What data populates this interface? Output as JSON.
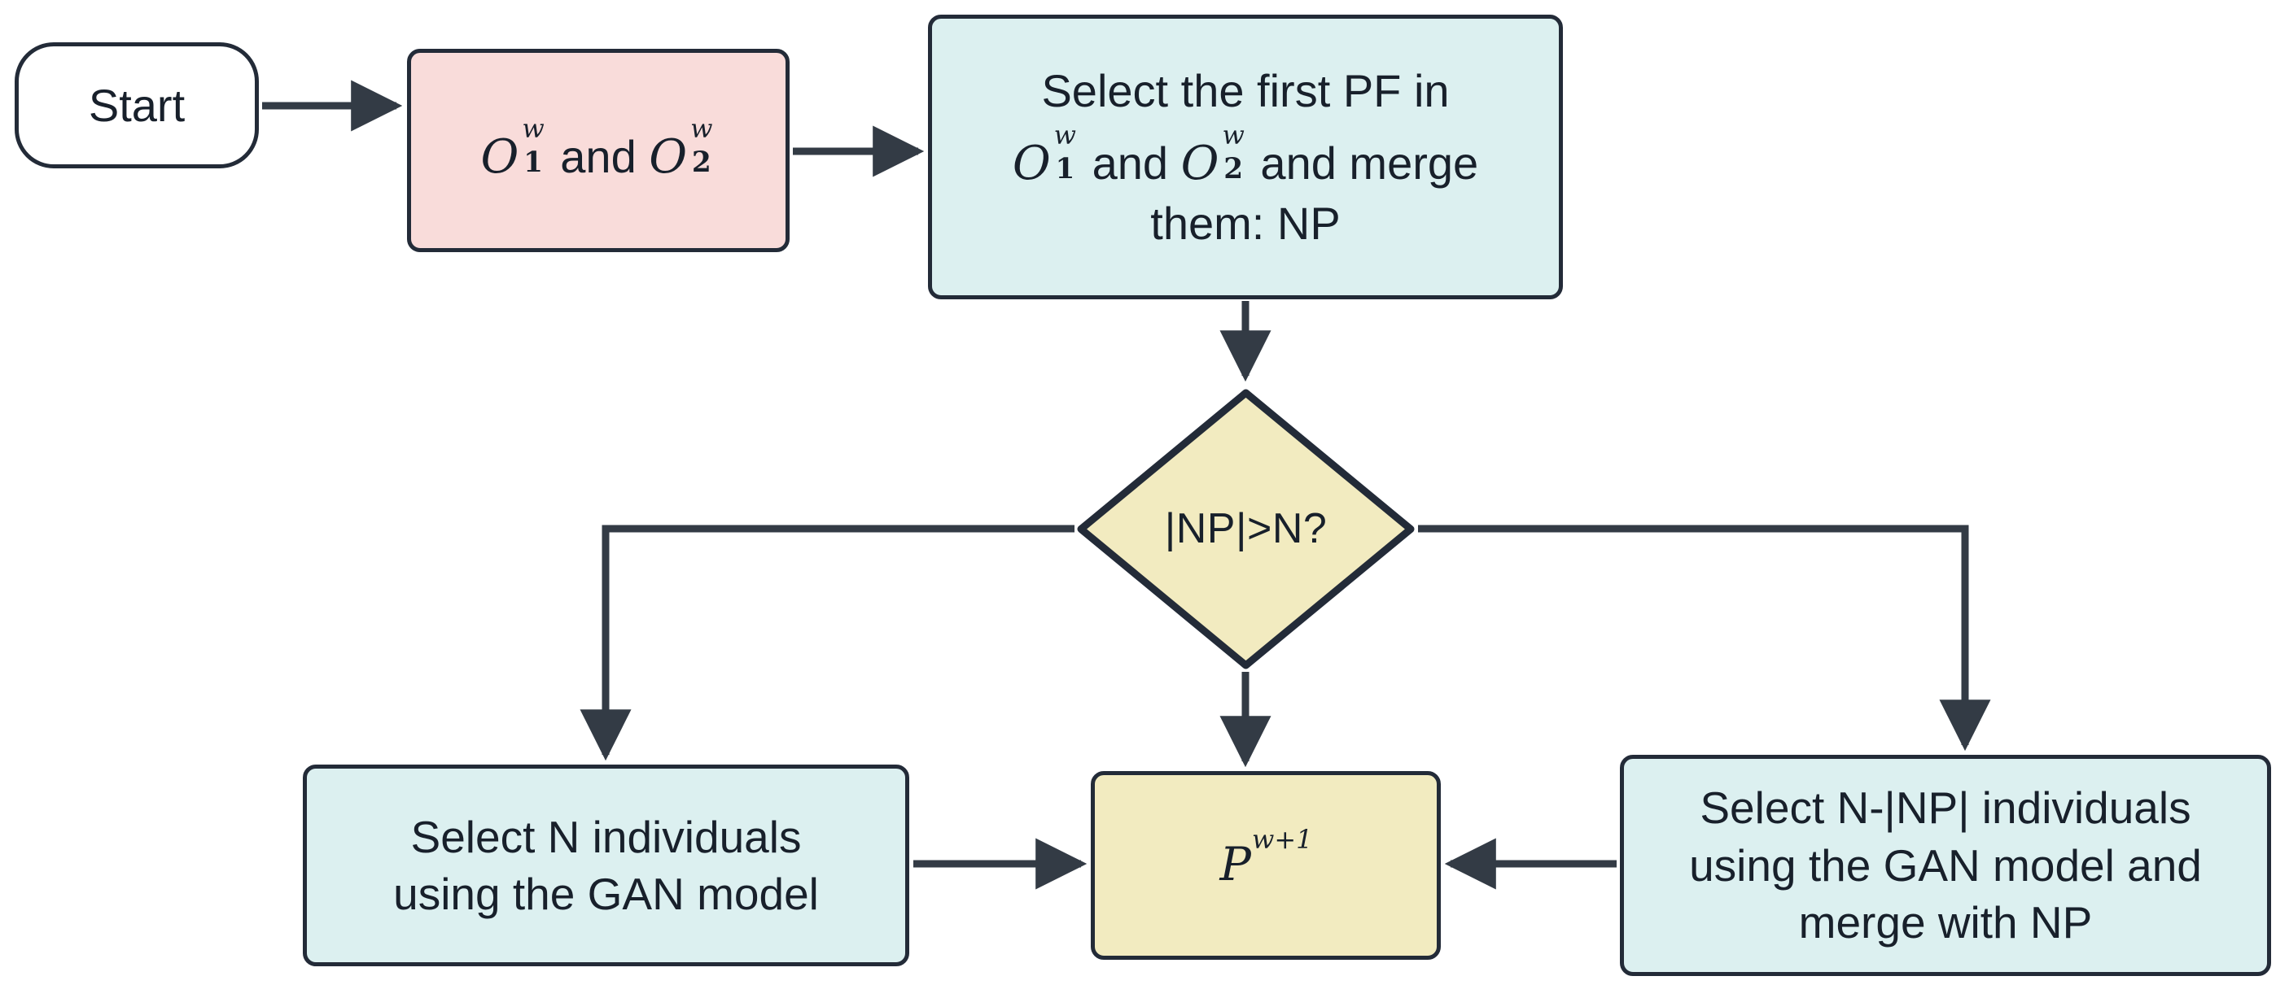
{
  "diagram": {
    "title": "GAN-assisted environmental selection flowchart",
    "background": "#ffffff",
    "stroke_color": "#232b38",
    "palette": {
      "pink": "#F9DCDA",
      "cyan": "#DCF0F0",
      "yellow": "#F2EBC0",
      "white": "#ffffff",
      "outline": "#232b38",
      "text": "#18202b"
    }
  },
  "nodes": {
    "start": {
      "label": "Start",
      "shape": "terminator",
      "fill": "#ffffff"
    },
    "objectives": {
      "shape": "process",
      "fill": "#F9DCDA",
      "math": {
        "o1_base": "O",
        "o1_sup": "w",
        "o1_sub": "1",
        "conjunction": "and",
        "o2_base": "O",
        "o2_sup": "w",
        "o2_sub": "2"
      },
      "plain_text": "O1^w and O2^w"
    },
    "merge": {
      "shape": "process",
      "fill": "#DCF0F0",
      "line1": "Select the first PF in",
      "math": {
        "o1_base": "O",
        "o1_sup": "w",
        "o1_sub": "1",
        "conjunction": "and",
        "o2_base": "O",
        "o2_sup": "w",
        "o2_sub": "2",
        "tail": "and merge"
      },
      "line3": "them: NP",
      "plain_text": "Select the first PF in O1^w and O2^w and merge them: NP"
    },
    "decision": {
      "label": "|NP|>N?",
      "shape": "diamond",
      "fill": "#F2EBC0"
    },
    "select_n": {
      "shape": "process",
      "fill": "#DCF0F0",
      "line1": "Select N individuals",
      "line2": "using the GAN model",
      "plain_text": "Select N individuals using the GAN model"
    },
    "population": {
      "shape": "process",
      "fill": "#F2EBC0",
      "math": {
        "base": "P",
        "sup": "w+1"
      },
      "plain_text": "P^(w+1)"
    },
    "select_diff": {
      "shape": "process",
      "fill": "#DCF0F0",
      "line1": "Select N-|NP| individuals",
      "line2": "using the GAN model and",
      "line3": "merge with NP",
      "plain_text": "Select N-|NP| individuals using the GAN model and merge with NP"
    }
  },
  "edges": [
    {
      "id": "start-to-objectives",
      "from": "start",
      "to": "objectives",
      "label": "",
      "direction": "right"
    },
    {
      "id": "objectives-to-merge",
      "from": "objectives",
      "to": "merge",
      "label": "",
      "direction": "right"
    },
    {
      "id": "merge-to-decision",
      "from": "merge",
      "to": "decision",
      "label": "",
      "direction": "down"
    },
    {
      "id": "decision-to-select-n",
      "from": "decision",
      "to": "select_n",
      "label": "",
      "direction": "left-down"
    },
    {
      "id": "decision-to-population",
      "from": "decision",
      "to": "population",
      "label": "",
      "direction": "down"
    },
    {
      "id": "decision-to-select-diff",
      "from": "decision",
      "to": "select_diff",
      "label": "",
      "direction": "right-down"
    },
    {
      "id": "select-n-to-population",
      "from": "select_n",
      "to": "population",
      "label": "",
      "direction": "right"
    },
    {
      "id": "select-diff-to-population",
      "from": "select_diff",
      "to": "population",
      "label": "",
      "direction": "left"
    }
  ]
}
